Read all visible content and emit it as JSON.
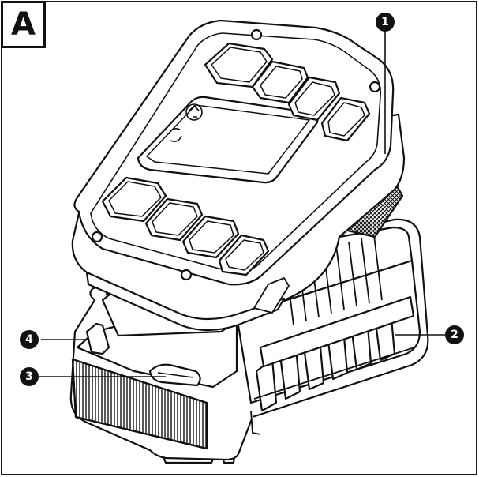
{
  "figure": {
    "letter": "A",
    "callouts": [
      {
        "id": "c1",
        "label": "1"
      },
      {
        "id": "c2",
        "label": "2"
      },
      {
        "id": "c3",
        "label": "3"
      },
      {
        "id": "c4",
        "label": "4"
      }
    ]
  },
  "colors": {
    "ink": "#111111",
    "paper": "#ffffff",
    "shade": "#d9d9d9"
  },
  "icons": [
    "battery-pack-icon",
    "charger-base-icon",
    "recycle-icon"
  ]
}
